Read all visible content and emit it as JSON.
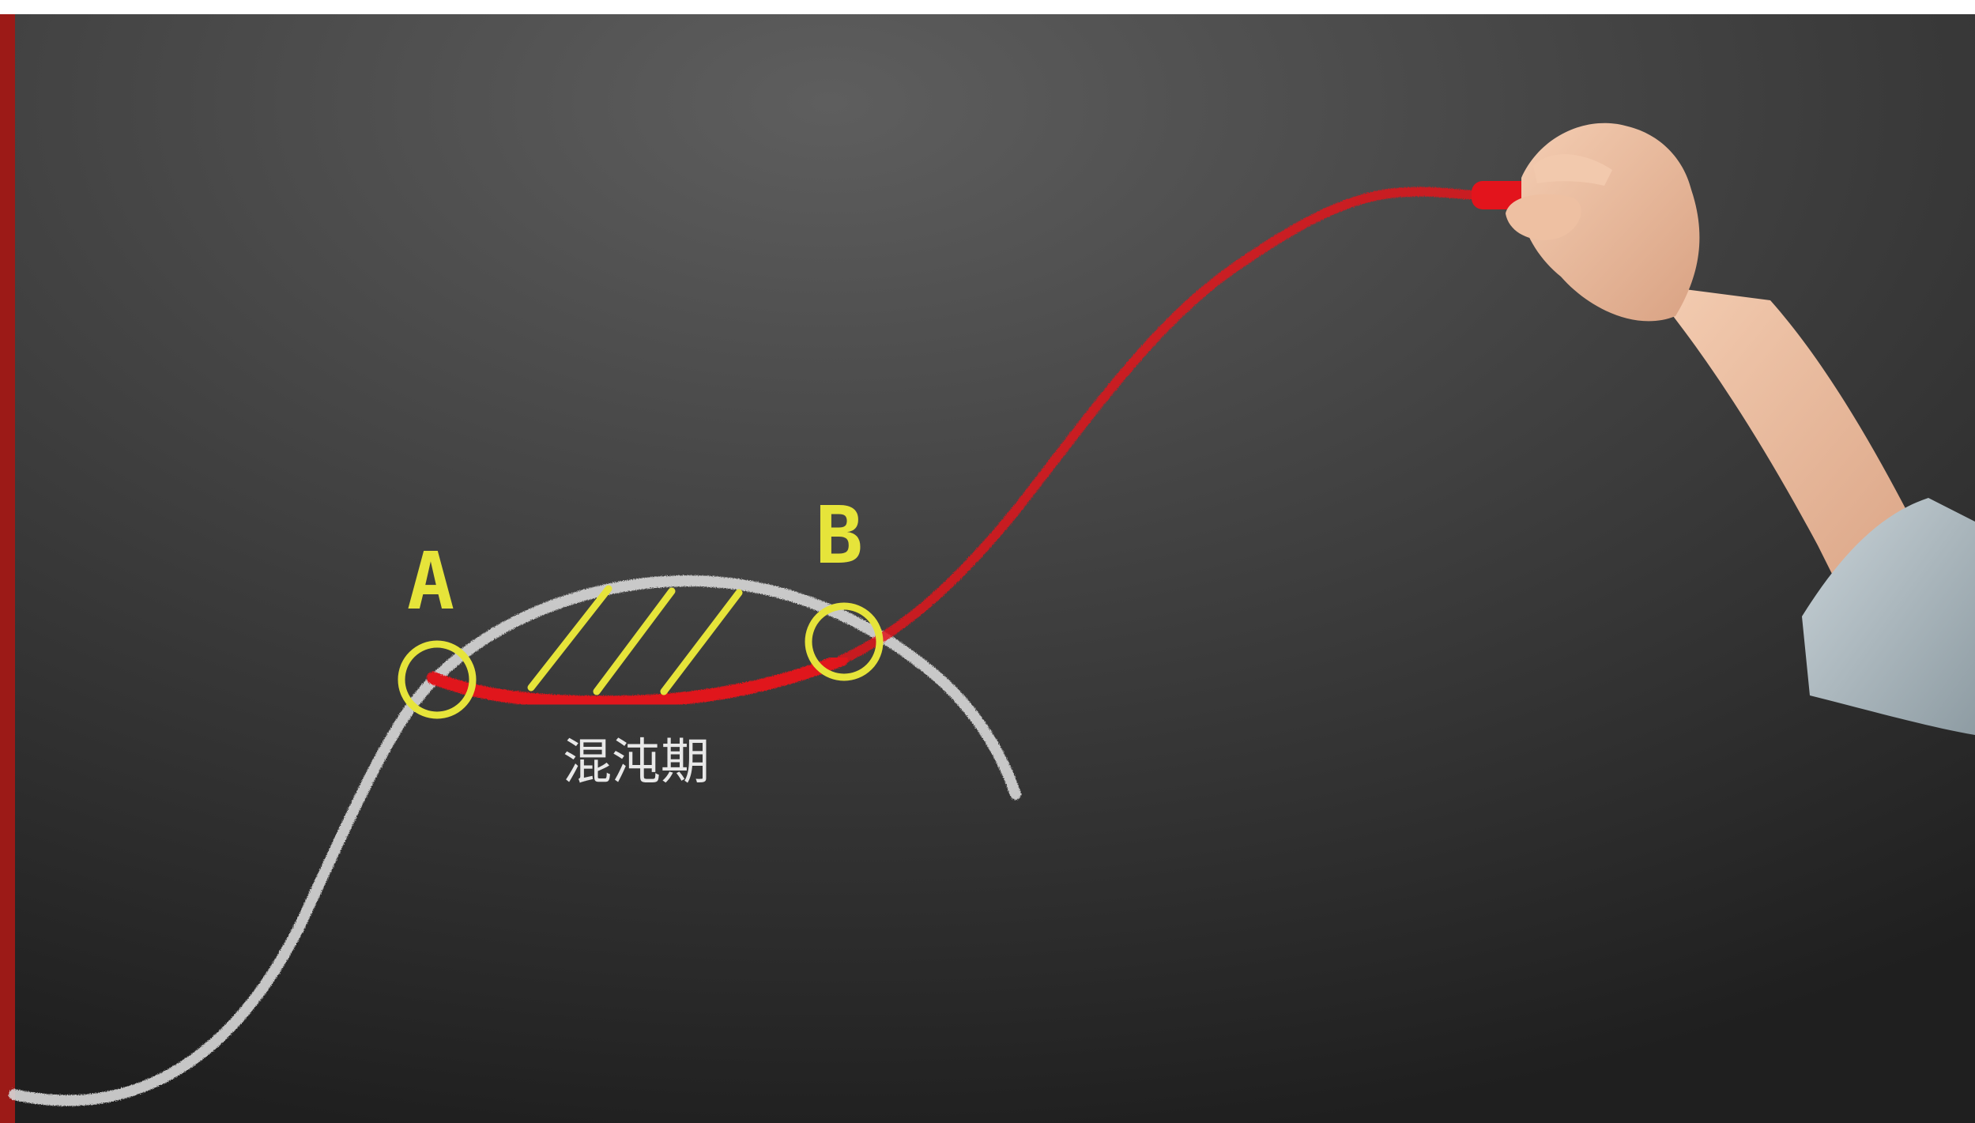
{
  "diagram": {
    "colors": {
      "board_dark": "#1f1f1f",
      "board_light": "#5e5e5e",
      "chalk_white": "#d8d8d8",
      "chalk_red": "#e0141c",
      "highlight_yellow": "#e6e43a",
      "left_bar": "#9c1a17",
      "label_white": "#e8e8e8"
    },
    "points": [
      {
        "id": "A",
        "label": "A"
      },
      {
        "id": "B",
        "label": "B"
      }
    ],
    "region": {
      "label": "混沌期"
    },
    "curves": [
      {
        "name": "first-s-curve",
        "color": "white"
      },
      {
        "name": "second-s-curve",
        "color": "red"
      }
    ],
    "hatch_count": 3,
    "hand": {
      "holding": "red-chalk-marker"
    }
  }
}
